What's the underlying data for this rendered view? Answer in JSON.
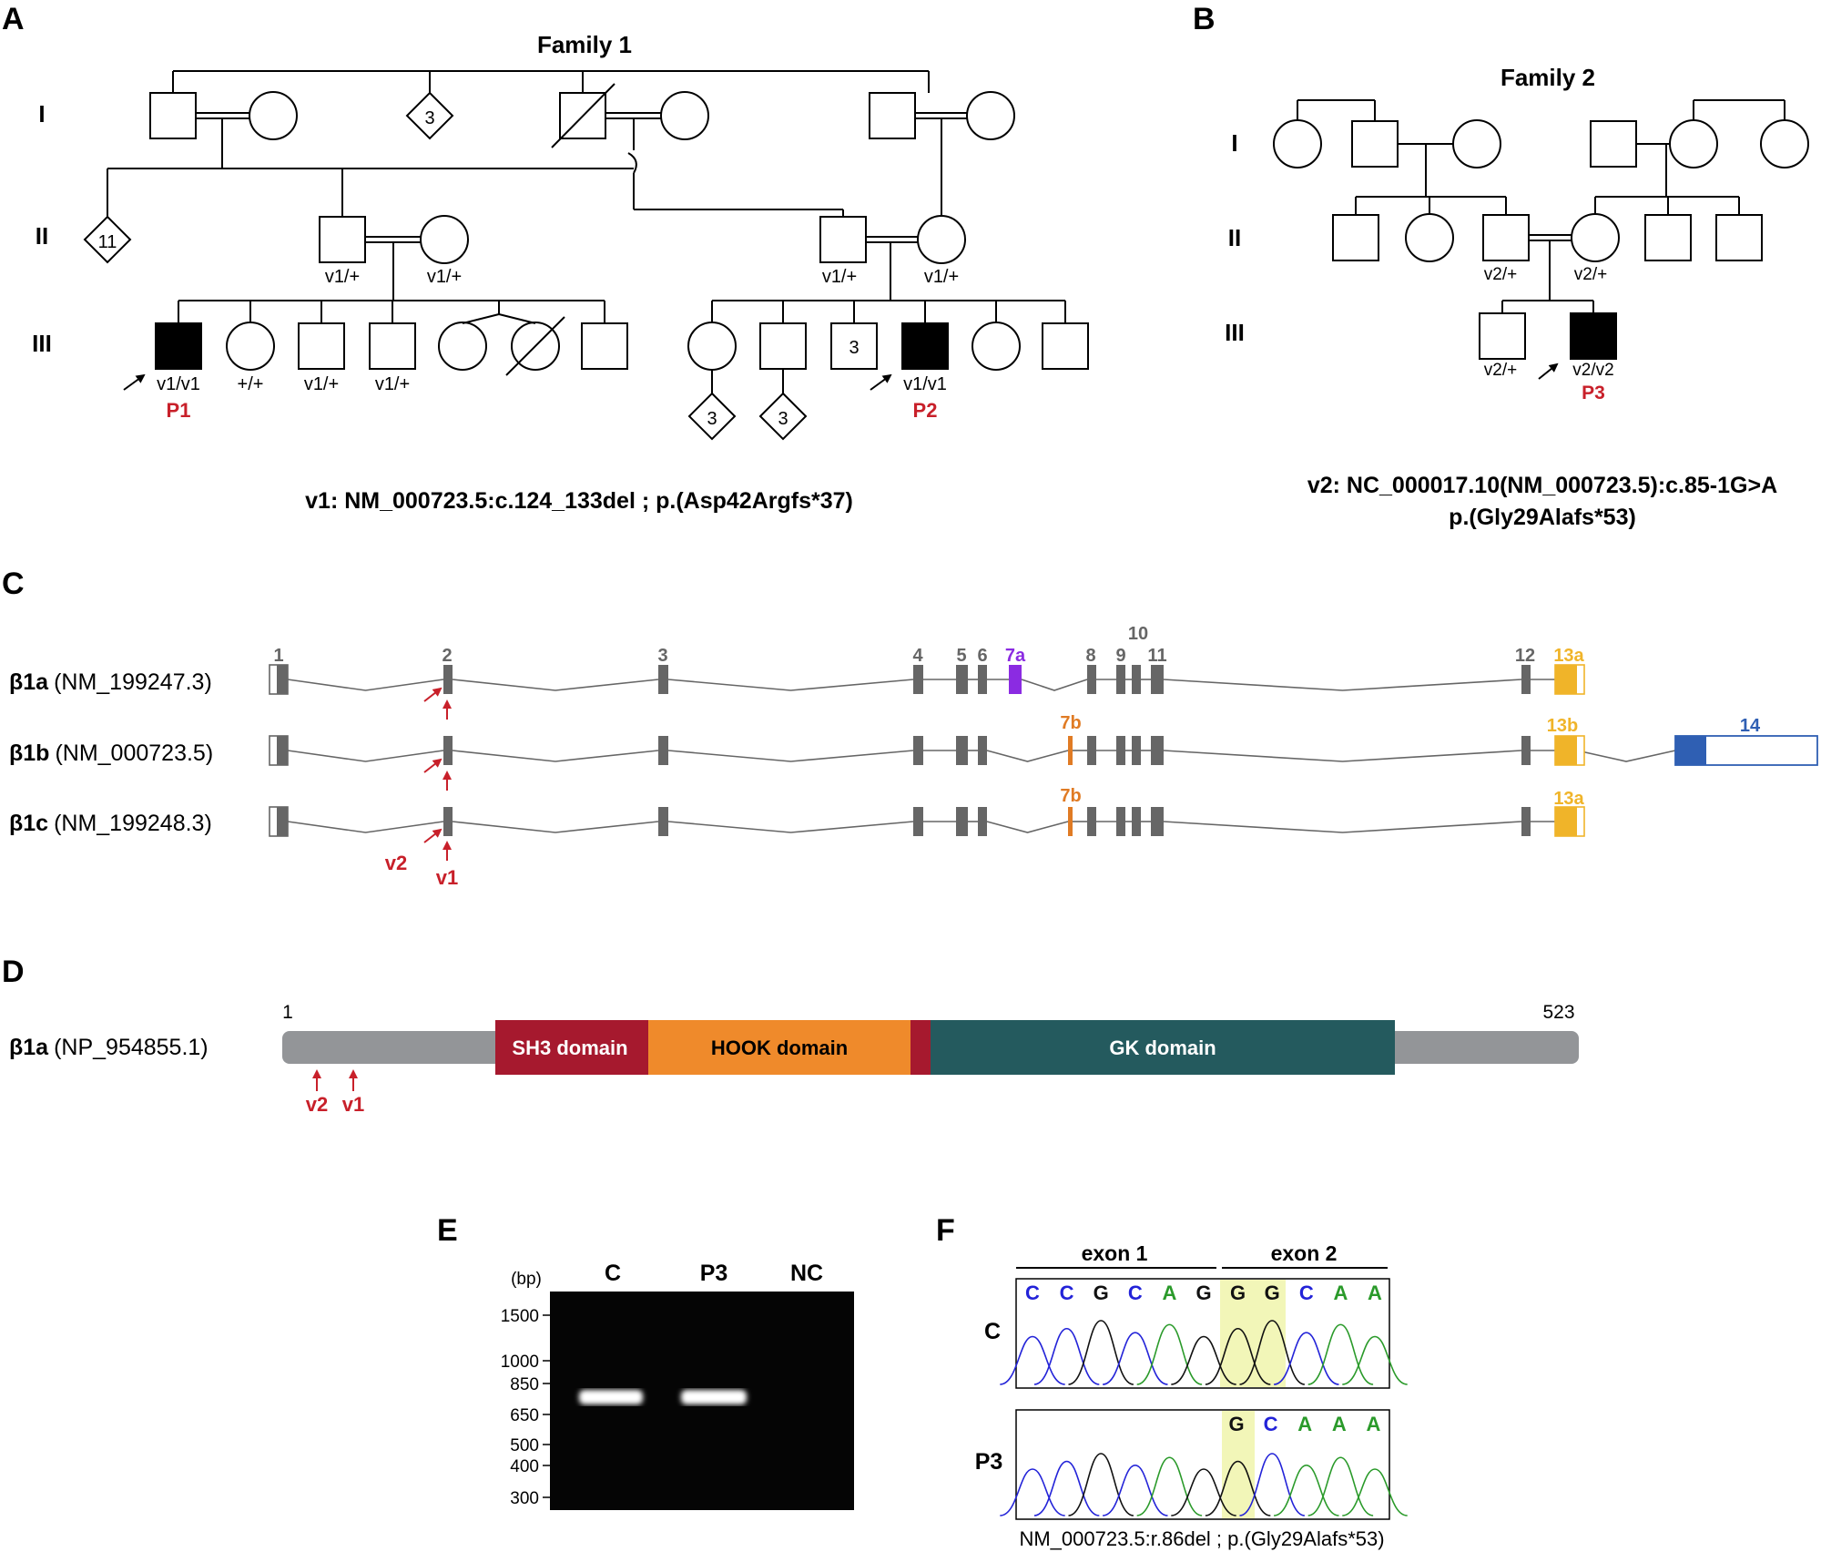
{
  "panels": {
    "A": "A",
    "B": "B",
    "C": "C",
    "D": "D",
    "E": "E",
    "F": "F"
  },
  "family1": {
    "title": "Family 1",
    "gen": [
      "I",
      "II",
      "III"
    ],
    "n_sibs_I": "3",
    "n_sibs_II": "11",
    "n_III": "3",
    "gen_II_left_father": "v1/+",
    "gen_II_left_mother": "v1/+",
    "gen_II_right_father": "v1/+",
    "gen_II_right_mother": "v1/+",
    "III_genotypes": [
      "v1/v1",
      "+/+",
      "v1/+",
      "v1/+"
    ],
    "P2_genotype": "v1/v1",
    "gen_IV_count_a": "3",
    "gen_IV_count_b": "3",
    "p1": "P1",
    "p2": "P2",
    "variant": "v1: NM_000723.5:c.124_133del ; p.(Asp42Argfs*37)"
  },
  "family2": {
    "title": "Family 2",
    "gen": [
      "I",
      "II",
      "III"
    ],
    "II_father": "v2/+",
    "II_mother": "v2/+",
    "III_sib": "v2/+",
    "III_proband": "v2/v2",
    "p3": "P3",
    "variant_line1": "v2: NC_000017.10(NM_000723.5):c.85-1G>A",
    "variant_line2": "p.(Gly29Alafs*53)"
  },
  "panelC": {
    "isoforms": [
      {
        "name": "β1a",
        "acc": "(NM_199247.3)"
      },
      {
        "name": "β1b",
        "acc": "(NM_000723.5)"
      },
      {
        "name": "β1c",
        "acc": "(NM_199248.3)"
      }
    ],
    "exon_labels": [
      "1",
      "2",
      "3",
      "4",
      "5",
      "6",
      "7a",
      "8",
      "9",
      "10",
      "11",
      "12",
      "13a"
    ],
    "exon_7b": "7b",
    "exon_13b": "13b",
    "exon_14": "14",
    "exon_13a": "13a",
    "v1": "v1",
    "v2": "v2",
    "colors": {
      "exon": "#666666",
      "e7a": "#8b2be2",
      "e7b": "#e07b24",
      "e13": "#f0b429",
      "e14": "#2f5fb3",
      "arrow": "#c8202a"
    }
  },
  "panelD": {
    "protein_name": "β1a",
    "protein_acc": "(NP_954855.1)",
    "start": "1",
    "end": "523",
    "domains": [
      "SH3 domain",
      "HOOK domain",
      "GK domain"
    ],
    "v2": "v2",
    "v1": "v1",
    "colors": {
      "backbone": "#939598",
      "sh3": "#a6192e",
      "hook": "#ef8a2b",
      "gk": "#245a5e"
    }
  },
  "panelE": {
    "unit": "(bp)",
    "lanes": [
      "C",
      "P3",
      "NC"
    ],
    "ladder": [
      "1500",
      "1000",
      "850",
      "650",
      "500",
      "400",
      "300"
    ]
  },
  "panelF": {
    "exon1": "exon 1",
    "exon2": "exon 2",
    "row_c": "C",
    "row_p3": "P3",
    "seq_c": [
      "C",
      "C",
      "G",
      "C",
      "A",
      "G",
      "G",
      "G",
      "C",
      "A",
      "A"
    ],
    "seq_p3": [
      "G",
      "C",
      "A",
      "A",
      "A"
    ],
    "caption": "NM_000723.5:r.86del ; p.(Gly29Alafs*53)",
    "base_colors": {
      "C": "#2323d8",
      "G": "#111111",
      "A": "#2a9a2a"
    }
  }
}
